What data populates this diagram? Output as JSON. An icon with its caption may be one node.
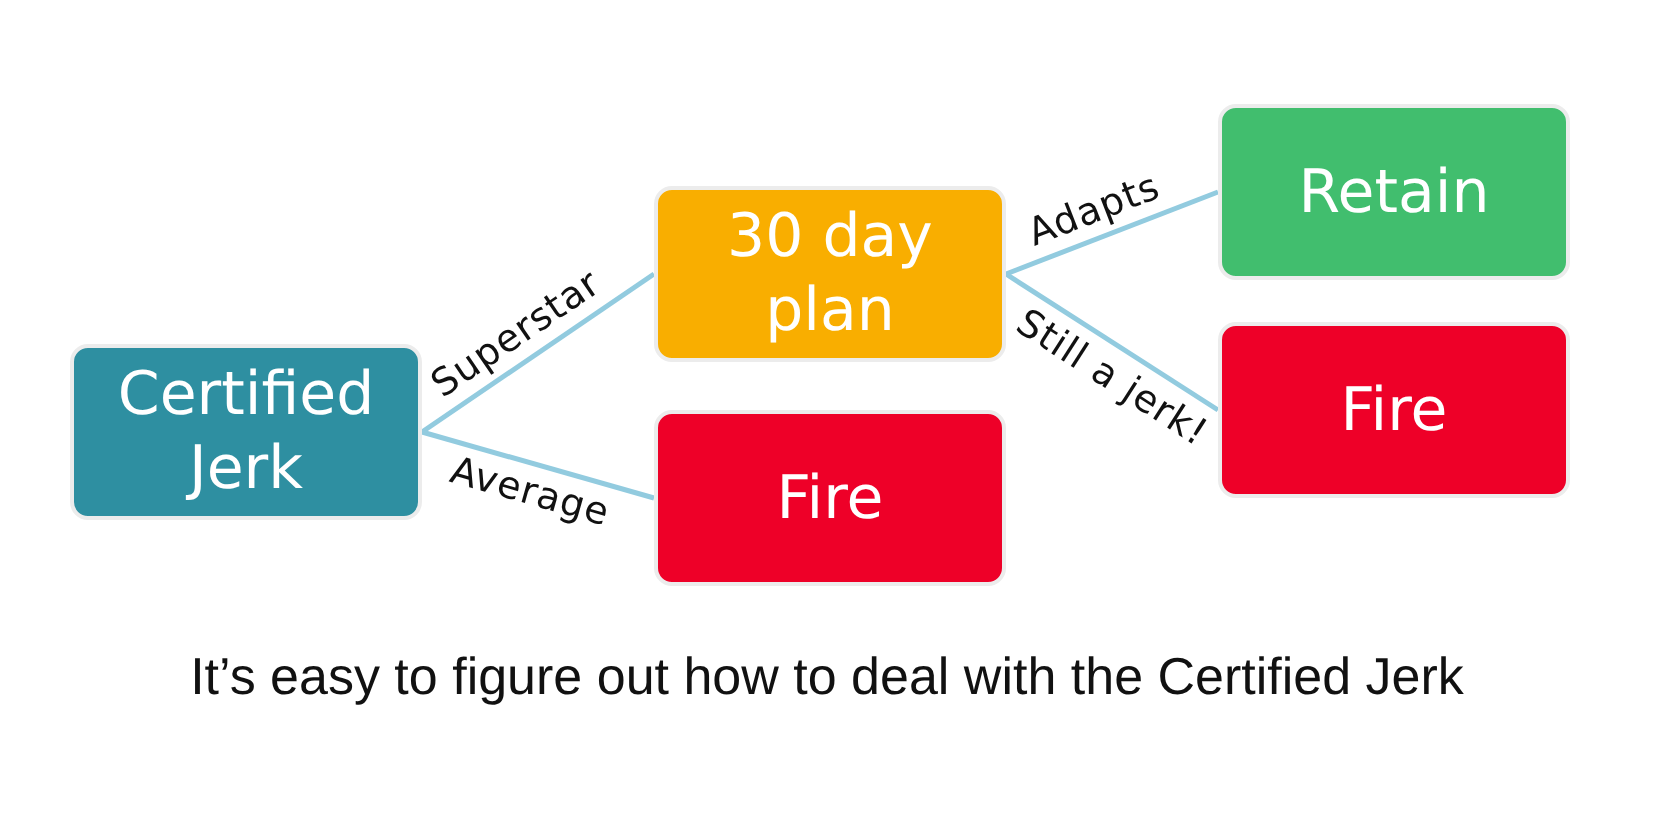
{
  "diagram": {
    "caption": "It’s easy to figure out how to deal with the Certified Jerk",
    "nodes": [
      {
        "text": [
          "Certified Jerk"
        ]
      },
      {
        "text": [
          "30 day plan"
        ]
      },
      {
        "text": [
          "Fire"
        ]
      },
      {
        "text": [
          "Retain"
        ]
      },
      {
        "text": [
          "Fire"
        ]
      }
    ],
    "edges": [
      {
        "from": 0,
        "to": 1,
        "arrow": "none",
        "label": "Superstar"
      },
      {
        "from": 0,
        "to": 2,
        "arrow": "none",
        "label": "Average"
      },
      {
        "from": 1,
        "to": 3,
        "arrow": "none",
        "label": "Adapts"
      },
      {
        "from": 1,
        "to": 4,
        "arrow": "none",
        "label": "Still a jerk!"
      }
    ]
  }
}
